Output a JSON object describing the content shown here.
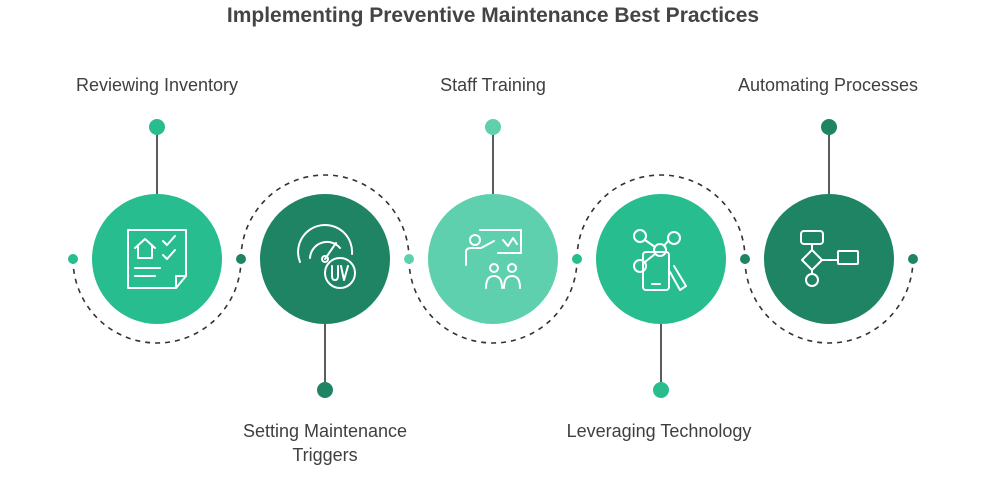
{
  "title": "Implementing Preventive Maintenance Best Practices",
  "colors": {
    "light_green": "#27BD8F",
    "dark_green": "#1E8464",
    "pale_green": "#5ED0AD",
    "line": "#333333",
    "text": "#3f3f3f"
  },
  "steps": [
    {
      "label": "Reviewing Inventory",
      "icon": "inventory-checklist-icon",
      "color": "#27BD8F",
      "dot_color": "#27BD8F",
      "label_position": "top"
    },
    {
      "label": "Setting Maintenance Triggers",
      "label_line1": "Setting Maintenance",
      "label_line2": "Triggers",
      "icon": "gauge-uv-icon",
      "color": "#1E8464",
      "dot_color": "#1E8464",
      "label_position": "bottom"
    },
    {
      "label": "Staff Training",
      "icon": "presentation-training-icon",
      "color": "#5ED0AD",
      "dot_color": "#5ED0AD",
      "label_position": "top"
    },
    {
      "label": "Leveraging Technology",
      "icon": "phone-network-touch-icon",
      "color": "#27BD8F",
      "dot_color": "#27BD8F",
      "label_position": "bottom"
    },
    {
      "label": "Automating Processes",
      "icon": "flowchart-icon",
      "color": "#1E8464",
      "dot_color": "#1E8464",
      "label_position": "top"
    }
  ]
}
